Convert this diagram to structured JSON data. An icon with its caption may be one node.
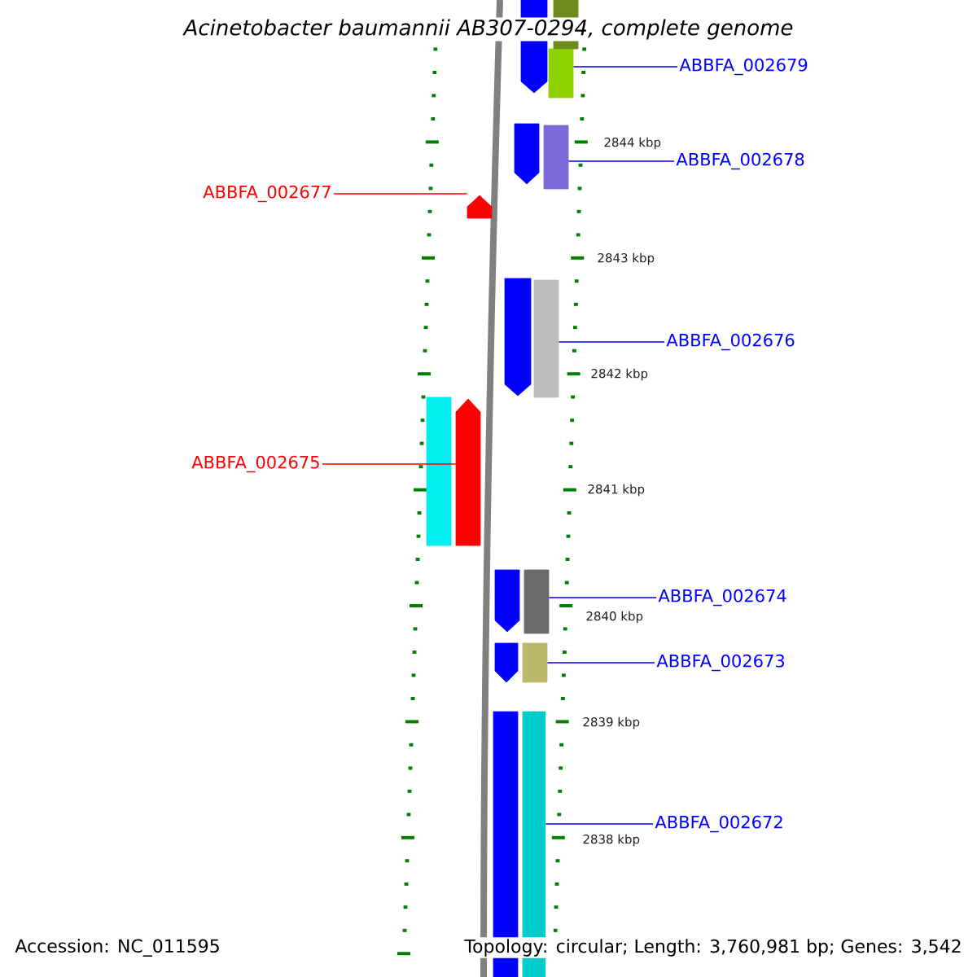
{
  "diagram": {
    "title": "Acinetobacter baumannii AB307-0294, complete genome",
    "nodes": [
      {
        "text": [
          "ABBFA_002679"
        ]
      },
      {
        "text": [],
        "shape": "bar"
      },
      {
        "text": [
          "ABBFA_002678"
        ]
      },
      {
        "text": [],
        "shape": "bar"
      },
      {
        "text": [
          "ABBFA_002677"
        ]
      },
      {
        "text": [],
        "shape": "bar"
      },
      {
        "text": [
          "ABBFA_002676"
        ]
      },
      {
        "text": [],
        "shape": "bar"
      },
      {
        "text": [
          "ABBFA_002675"
        ]
      },
      {
        "text": [],
        "shape": "bar"
      },
      {
        "text": [
          "ABBFA_002674"
        ]
      },
      {
        "text": [],
        "shape": "bar"
      },
      {
        "text": [
          "ABBFA_002673"
        ]
      },
      {
        "text": [],
        "shape": "bar"
      },
      {
        "text": [
          "ABBFA_002672"
        ]
      },
      {
        "text": [],
        "shape": "bar"
      },
      {
        "text": [],
        "shape": "bar"
      },
      {
        "text": [],
        "shape": "bar"
      },
      {
        "text": [],
        "shape": "bar"
      },
      {
        "text": [],
        "shape": "bar"
      },
      {
        "text": [],
        "shape": "bar"
      },
      {
        "text": [],
        "shape": "bar"
      },
      {
        "text": [],
        "shape": "bar"
      },
      {
        "text": [],
        "shape": "bar"
      }
    ],
    "edges": [
      {
        "from": 0,
        "to": 1,
        "arrow": "none"
      },
      {
        "from": 2,
        "to": 3,
        "arrow": "none"
      },
      {
        "from": 4,
        "to": 5,
        "arrow": "none",
        "color": "#ff0000"
      },
      {
        "from": 6,
        "to": 7,
        "arrow": "none"
      },
      {
        "from": 8,
        "to": 9,
        "arrow": "none",
        "color": "#ff0000"
      },
      {
        "from": 10,
        "to": 11,
        "arrow": "none"
      },
      {
        "from": 12,
        "to": 13,
        "arrow": "none"
      },
      {
        "from": 14,
        "to": 15,
        "arrow": "none"
      }
    ],
    "labels": [
      "2844 kbp",
      "2843 kbp",
      "2842 kbp",
      "2841 kbp",
      "2840 kbp",
      "2839 kbp",
      "2838 kbp",
      "Accession: NC_011595",
      "Topology: circular; Length: 3,760,981 bp; Genes: 3,542"
    ]
  }
}
